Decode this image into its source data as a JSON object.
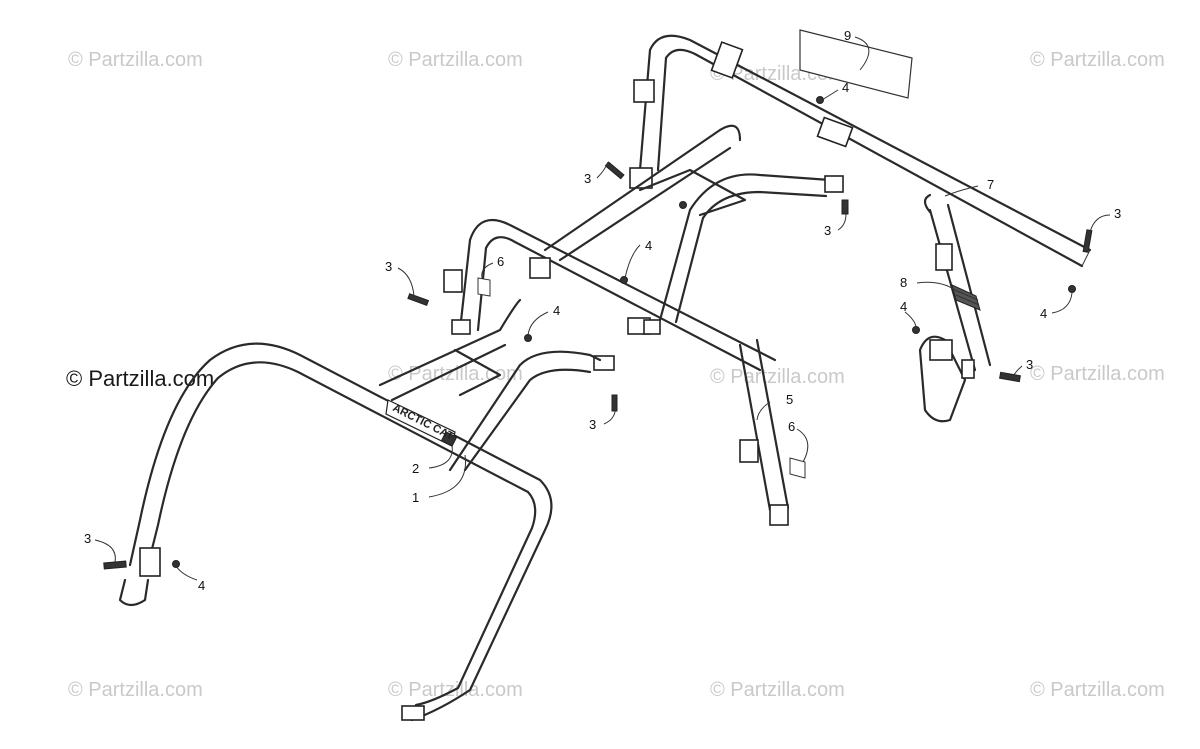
{
  "watermarks": {
    "small": "© Partzilla.com",
    "main": "© Partzilla.com"
  },
  "decal_text": "ARCTIC CAT",
  "callouts": {
    "c1": "1",
    "c2": "2",
    "c3a": "3",
    "c3b": "3",
    "c3c": "3",
    "c3d": "3",
    "c3e": "3",
    "c3f": "3",
    "c3g": "3",
    "c4a": "4",
    "c4b": "4",
    "c4c": "4",
    "c4d": "4",
    "c4e": "4",
    "c4f": "4",
    "c5": "5",
    "c6a": "6",
    "c6b": "6",
    "c7": "7",
    "c8": "8",
    "c9": "9"
  }
}
